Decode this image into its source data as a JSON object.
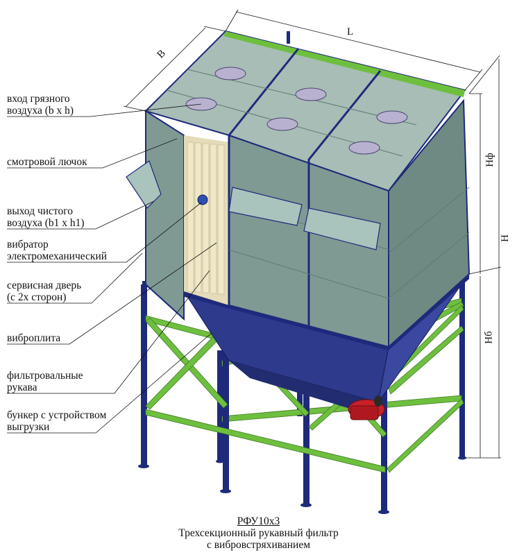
{
  "callouts": [
    {
      "line1": "вход грязного",
      "line2": "воздуха (b x h)"
    },
    {
      "line1": "смотровой лючок",
      "line2": ""
    },
    {
      "line1": "выход чистого",
      "line2": "воздуха (b1 x h1)"
    },
    {
      "line1": "вибратор",
      "line2": "электромеханический"
    },
    {
      "line1": "сервисная дверь",
      "line2": "(с 2х сторон)"
    },
    {
      "line1": "виброплита",
      "line2": ""
    },
    {
      "line1": "фильтровальные",
      "line2": "рукава"
    },
    {
      "line1": "бункер с устройством",
      "line2": "выгрузки"
    }
  ],
  "dimensions": {
    "length": "L",
    "width": "B",
    "height_filter": "Нф",
    "height_total": "H",
    "height_bunker": "Нб"
  },
  "caption": {
    "model": "РФУ10х3",
    "line2": "Трехсекционный рукавный фильтр",
    "line3": "с вибровстряхиванием"
  },
  "colors": {
    "panel": "#7f9a93",
    "panel_light": "#a7bdb6",
    "panel_dark": "#63807a",
    "frame_blue": "#1e2a7a",
    "hopper": "#2e3a8c",
    "brace_green": "#6fbf3f",
    "bag_cream": "#efe8c9",
    "motor_red": "#c8202a"
  }
}
